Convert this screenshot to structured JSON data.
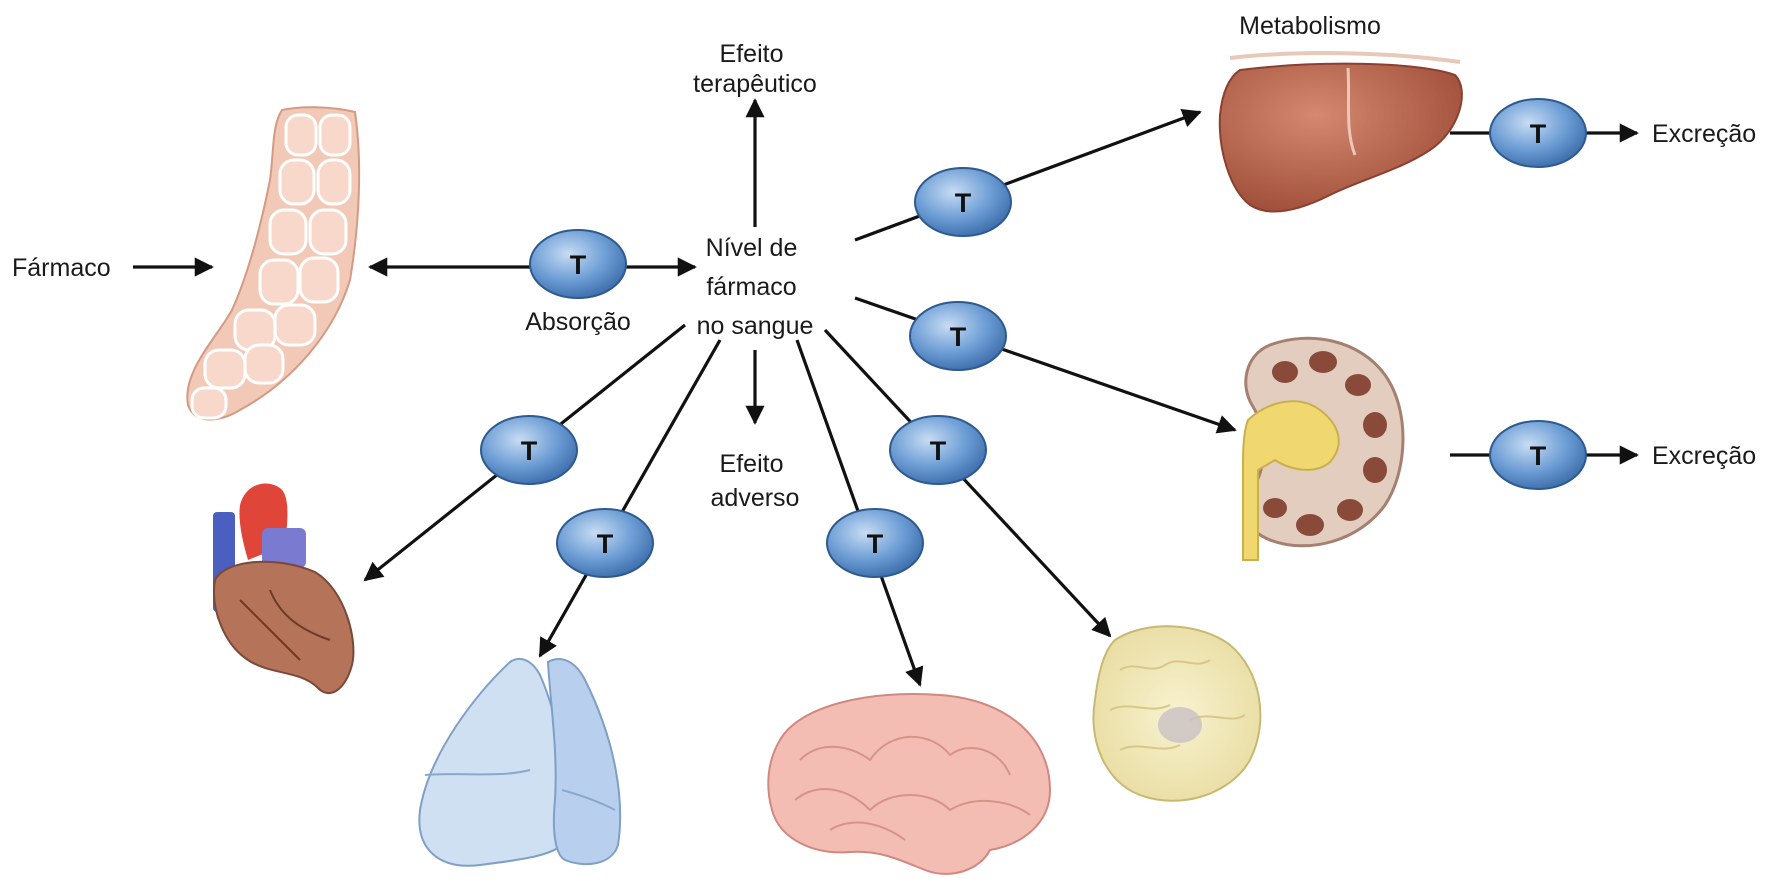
{
  "labels": {
    "drug": "Fármaco",
    "absorption": "Absorção",
    "therapeutic_effect": [
      "Efeito",
      "terapêutico"
    ],
    "blood_level": [
      "Nível de",
      "fármaco",
      "no sangue"
    ],
    "adverse_effect": [
      "Efeito",
      "adverso"
    ],
    "metabolism": "Metabolismo",
    "excretion_liver": "Excreção",
    "excretion_kidney": "Excreção"
  },
  "transporter_letter": "T",
  "colors": {
    "transporter_fill": "#6f9fd6",
    "transporter_stroke": "#2d5a8f",
    "intestine": "#f2c4b0",
    "heart": "#b5735a",
    "lungs": "#c8dcf2",
    "brain": "#f2b8b0",
    "liver": "#b3624a",
    "kidney": "#8a4a3a",
    "pancreas_tissue": "#f5ecc0"
  },
  "organs": {
    "intestine": "intestine-organ",
    "heart": "heart-organ",
    "lungs": "lungs-organ",
    "brain": "brain-organ",
    "tissue": "tissue-organ",
    "liver": "liver-organ",
    "kidney": "kidney-organ"
  }
}
